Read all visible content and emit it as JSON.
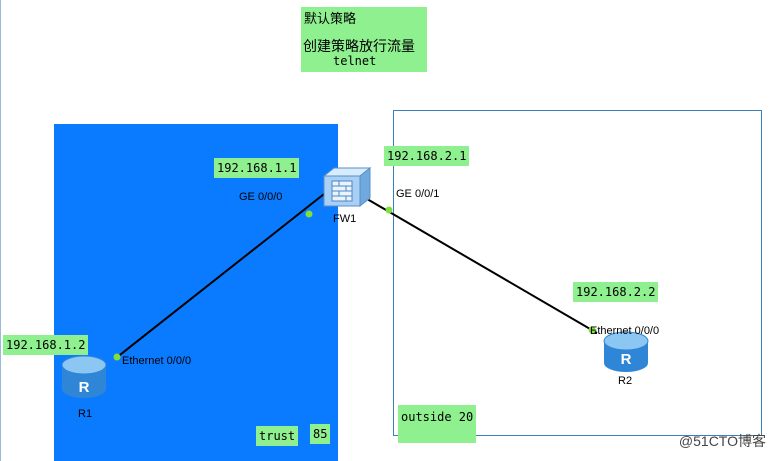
{
  "policy_note": {
    "line1": "默认策略",
    "line2": "创建策略放行流量",
    "line3": "telnet"
  },
  "zones": {
    "trust": {
      "name": "trust",
      "priority": "85"
    },
    "outside": {
      "name": "outside 20"
    }
  },
  "devices": {
    "fw1": {
      "name": "FW1"
    },
    "r1": {
      "name": "R1"
    },
    "r2": {
      "name": "R2"
    }
  },
  "addresses": {
    "fw1_ge000": "192.168.1.1",
    "fw1_ge001": "192.168.2.1",
    "r1_eth000": "192.168.1.2",
    "r2_eth000": "192.168.2.2"
  },
  "interfaces": {
    "fw1_ge000": "GE 0/0/0",
    "fw1_ge001": "GE 0/0/1",
    "r1_eth000": "Ethernet 0/0/0",
    "r2_eth000": "Ethernet 0/0/0"
  },
  "watermark": "@51CTO博客",
  "colors": {
    "trust_zone": "#0a7bff",
    "label_bg": "#8ef08e",
    "link": "#000000",
    "port_dot": "#7fe03a",
    "router": "#4a9fe0"
  }
}
